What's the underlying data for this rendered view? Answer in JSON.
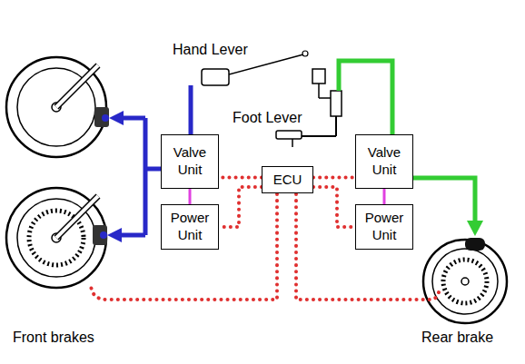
{
  "diagram": {
    "nodes": [
      {
        "text": [
          "Valve Unit"
        ]
      },
      {
        "text": [
          "Power Unit"
        ]
      },
      {
        "text": [
          "ECU"
        ]
      },
      {
        "text": [
          "Valve Unit"
        ]
      },
      {
        "text": [
          "Power Unit"
        ]
      }
    ],
    "edges": [
      {
        "from": 0,
        "to": 1,
        "arrow": "none"
      },
      {
        "from": 2,
        "to": 0,
        "arrow": "none"
      },
      {
        "from": 2,
        "to": 1,
        "arrow": "none"
      },
      {
        "from": 2,
        "to": 3,
        "arrow": "none"
      },
      {
        "from": 2,
        "to": 4,
        "arrow": "none"
      },
      {
        "from": 3,
        "to": 4,
        "arrow": "none"
      }
    ],
    "labels": [
      "Hand Lever",
      "Foot Lever",
      "Front brakes",
      "Rear brake"
    ]
  }
}
